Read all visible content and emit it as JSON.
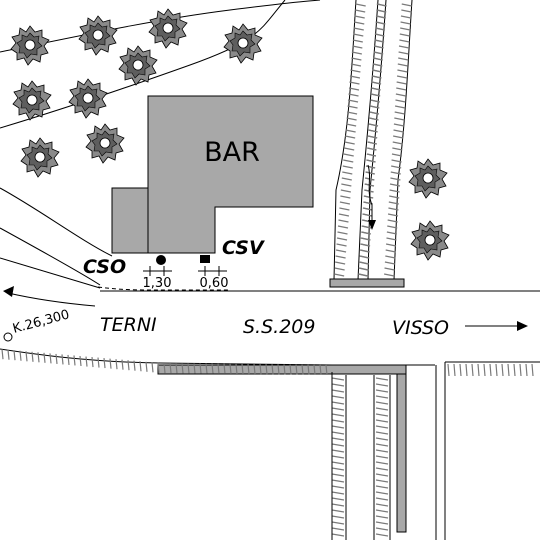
{
  "building": {
    "label": "BAR"
  },
  "outfalls": {
    "cso": {
      "label": "CSO",
      "depth": "1,30"
    },
    "csv": {
      "label": "CSV",
      "depth": "0,60"
    }
  },
  "road": {
    "left_destination": "TERNI",
    "name": "S.S.209",
    "right_destination": "VISSO",
    "kilometer": "K.26,300"
  },
  "colors": {
    "building": "#a8a8a8",
    "tree": "#808080",
    "line": "#000000",
    "bank_hatch": "#7a7a7a"
  },
  "icons": [
    "tree-icon",
    "flow-arrow-icon",
    "direction-arrow-icon",
    "manhole-icon"
  ]
}
